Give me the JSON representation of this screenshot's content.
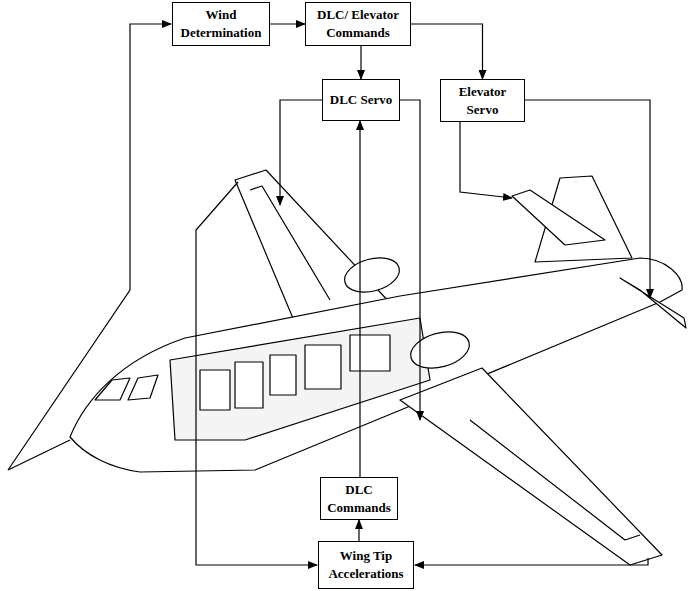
{
  "diagram": {
    "nodes": [
      {
        "text": [
          "Wind Determination"
        ]
      },
      {
        "text": [
          "DLC/ Elevator Commands"
        ]
      },
      {
        "text": [
          "DLC Servo"
        ]
      },
      {
        "text": [
          "Elevator Servo"
        ]
      },
      {
        "text": [
          "DLC Commands"
        ]
      },
      {
        "text": [
          "Wing Tip Accelerations"
        ]
      }
    ],
    "edges": [
      {
        "from": 0,
        "to": 1,
        "arrow": "to"
      },
      {
        "from": 1,
        "to": 2,
        "arrow": "to"
      },
      {
        "from": 1,
        "to": 3,
        "arrow": "to"
      },
      {
        "from": 4,
        "to": 2,
        "arrow": "to"
      },
      {
        "from": 5,
        "to": 4,
        "arrow": "to"
      }
    ]
  }
}
